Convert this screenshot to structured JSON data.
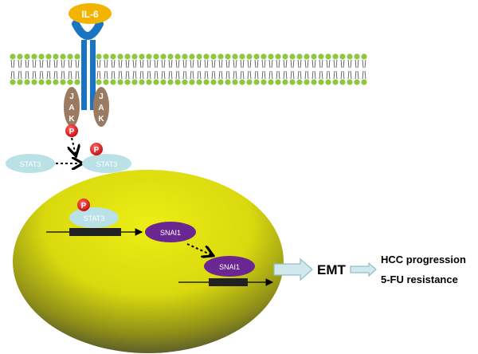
{
  "ligand": {
    "label": "IL-6"
  },
  "jak": {
    "letters": [
      "J",
      "A",
      "K"
    ]
  },
  "phospho": {
    "label": "P"
  },
  "stat3": {
    "label": "STAT3"
  },
  "snai1": {
    "label": "SNAI1"
  },
  "emt": {
    "label": "EMT"
  },
  "outcomes": [
    "HCC progression",
    "5-FU resistance"
  ],
  "colors": {
    "ligand": "#f2b400",
    "receptor": "#1a74c2",
    "lipid_head": "#8fc63f",
    "jak": "#9a7b62",
    "phospho": "#e41f1f",
    "stat3": "#b9e1e6",
    "snai1": "#6a2791",
    "nucleus": "#d9d90e",
    "arrow_fill": "#cfe9ec",
    "arrow_stroke": "#8fbfc7"
  }
}
